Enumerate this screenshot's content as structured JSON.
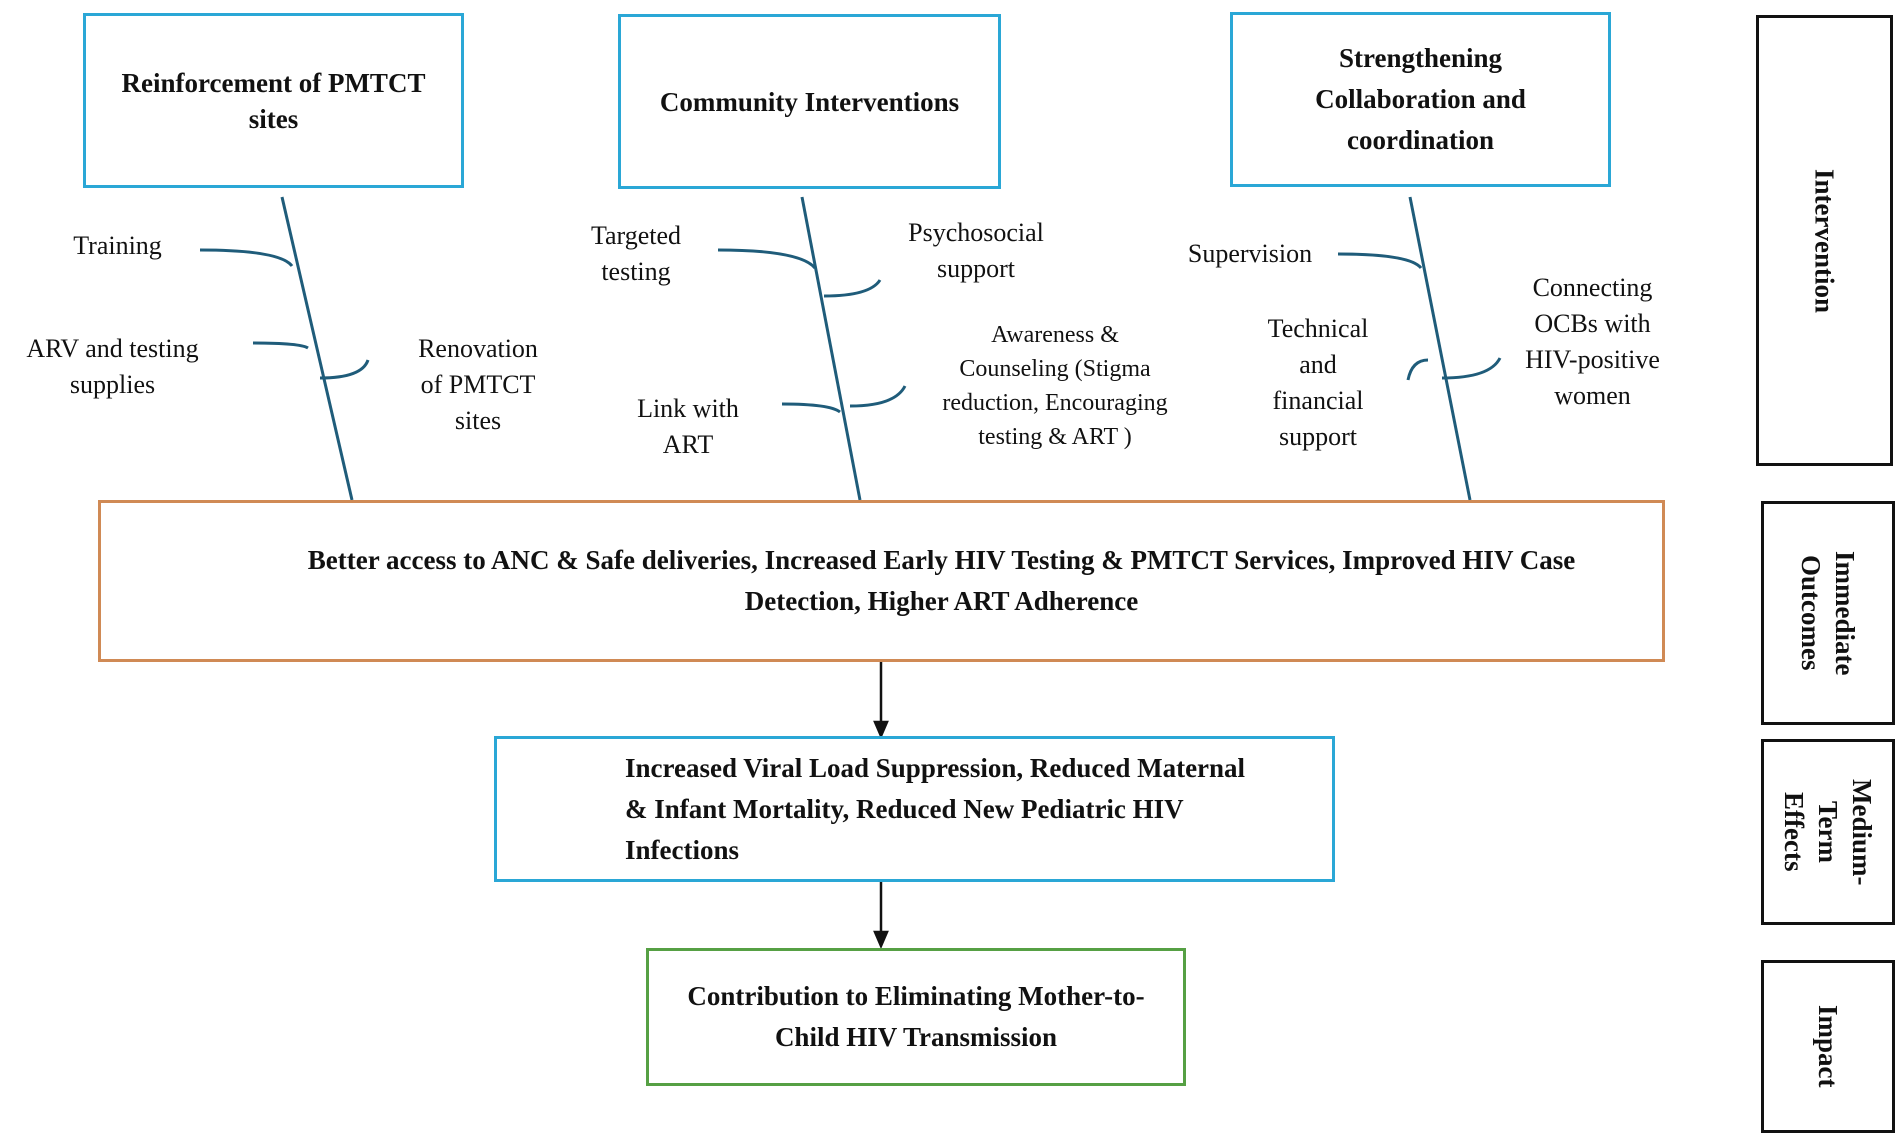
{
  "colors": {
    "blue_border": "#2aa7d6",
    "orange_border": "#d08a55",
    "green_border": "#56a044",
    "line": "#1f5c7a"
  },
  "interventions": [
    {
      "title": "Reinforcement of PMTCT\nsites",
      "factors": [
        "Training",
        "ARV and testing\nsupplies",
        "Renovation\nof PMTCT\nsites"
      ]
    },
    {
      "title": "Community Interventions",
      "factors": [
        "Targeted\ntesting",
        "Psychosocial\nsupport",
        "Awareness &\nCounseling (Stigma\nreduction, Encouraging\ntesting & ART )",
        "Link with\nART"
      ]
    },
    {
      "title": "Strengthening\nCollaboration and\ncoordination",
      "factors": [
        "Supervision",
        "Technical\nand\nfinancial\nsupport",
        "Connecting\nOCBs with\nHIV-positive\nwomen"
      ]
    }
  ],
  "outcomes": {
    "immediate": "Better access to ANC & Safe deliveries,  Increased Early HIV Testing & PMTCT Services, Improved HIV Case\nDetection, Higher ART Adherence",
    "medium_term": "Increased Viral Load Suppression, Reduced Maternal\n& Infant Mortality, Reduced New Pediatric HIV\nInfections",
    "impact": "Contribution to Eliminating Mother-to-\nChild HIV Transmission"
  },
  "stages": {
    "intervention": "Intervention",
    "immediate": "Immediate\nOutcomes",
    "medium": "Medium-\nTerm\nEffects",
    "impact": "Impact"
  }
}
